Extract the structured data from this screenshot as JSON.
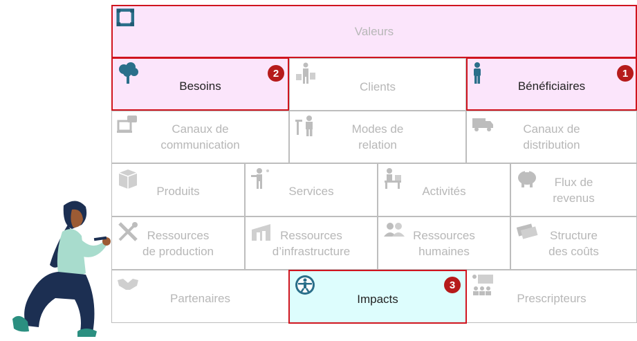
{
  "cells": {
    "valeurs": {
      "label": "Valeurs",
      "icon": "hands-frame-icon"
    },
    "besoins": {
      "label": "Besoins",
      "badge": "2",
      "icon": "tree-icon"
    },
    "clients": {
      "label": "Clients",
      "icon": "shopper-icon"
    },
    "beneficiaires": {
      "label": "Bénéficiaires",
      "badge": "1",
      "icon": "person-icon"
    },
    "canaux_comm": {
      "line1": "Canaux de",
      "line2": "communication",
      "icon": "chat-screen-icon"
    },
    "modes_relation": {
      "line1": "Modes de",
      "line2": "relation",
      "icon": "people-relation-icon"
    },
    "canaux_distrib": {
      "line1": "Canaux de",
      "line2": "distribution",
      "icon": "truck-icon"
    },
    "produits": {
      "label": "Produits",
      "icon": "box-icon"
    },
    "services": {
      "label": "Services",
      "icon": "server-person-icon"
    },
    "activites": {
      "label": "Activités",
      "icon": "desk-worker-icon"
    },
    "flux_revenus": {
      "line1": "Flux de",
      "line2": "revenus",
      "icon": "piggy-bank-icon"
    },
    "ressources_prod": {
      "line1": "Ressources",
      "line2": "de production",
      "icon": "tools-icon"
    },
    "ressources_infra": {
      "line1": "Ressources",
      "line2": "d’infrastructure",
      "icon": "building-icon"
    },
    "ressources_hum": {
      "line1": "Ressources",
      "line2": "humaines",
      "icon": "people-icon"
    },
    "structure_couts": {
      "line1": "Structure",
      "line2": "des coûts",
      "icon": "money-icon"
    },
    "partenaires": {
      "label": "Partenaires",
      "icon": "handshake-icon"
    },
    "impacts": {
      "label": "Impacts",
      "badge": "3",
      "icon": "vitruvian-icon"
    },
    "prescripteurs": {
      "label": "Prescripteurs",
      "icon": "presentation-icon"
    }
  },
  "colors": {
    "highlight_border": "#d0141e",
    "badge": "#b61b1b",
    "pink_fill": "#fbe5fb",
    "cyan_fill": "#ddfdfd",
    "inactive_text": "#b7b7b7",
    "icon_teal": "#2a6f8a"
  }
}
